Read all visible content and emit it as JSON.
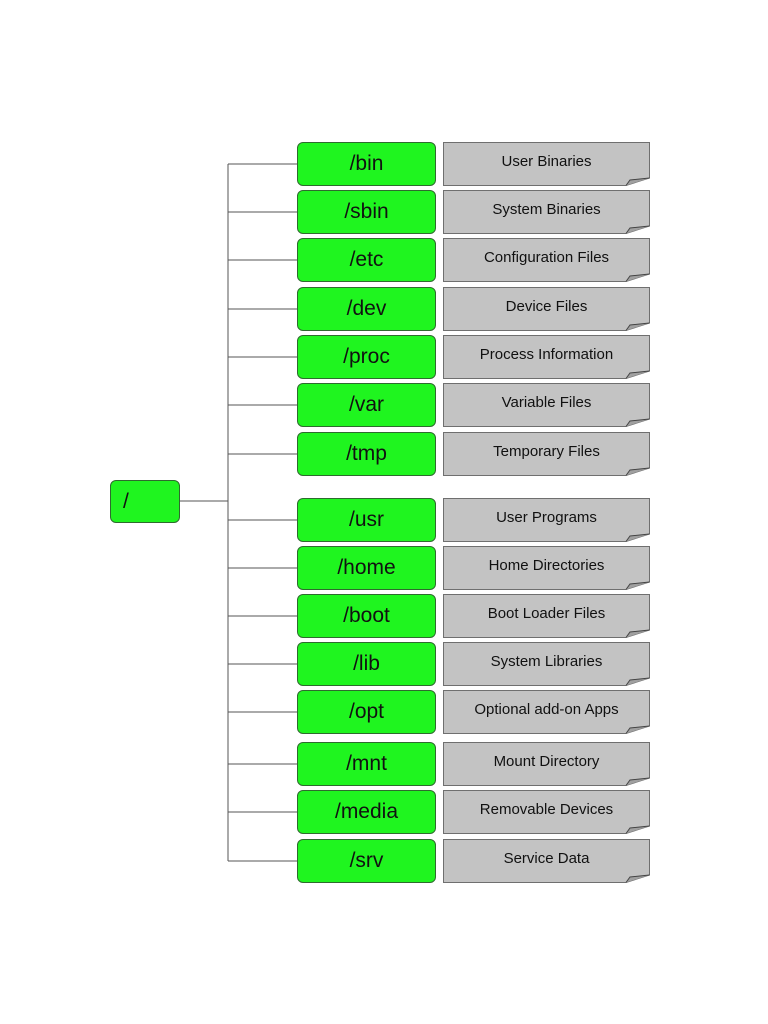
{
  "root": {
    "label": "/"
  },
  "entries": [
    {
      "dir": "/bin",
      "desc": "User Binaries"
    },
    {
      "dir": "/sbin",
      "desc": "System Binaries"
    },
    {
      "dir": "/etc",
      "desc": "Configuration Files"
    },
    {
      "dir": "/dev",
      "desc": "Device Files"
    },
    {
      "dir": "/proc",
      "desc": "Process Information"
    },
    {
      "dir": "/var",
      "desc": "Variable Files"
    },
    {
      "dir": "/tmp",
      "desc": "Temporary Files"
    },
    {
      "dir": "/usr",
      "desc": "User Programs"
    },
    {
      "dir": "/home",
      "desc": "Home Directories"
    },
    {
      "dir": "/boot",
      "desc": "Boot Loader Files"
    },
    {
      "dir": "/lib",
      "desc": "System Libraries"
    },
    {
      "dir": "/opt",
      "desc": "Optional add-on Apps"
    },
    {
      "dir": "/mnt",
      "desc": "Mount Directory"
    },
    {
      "dir": "/media",
      "desc": "Removable Devices"
    },
    {
      "dir": "/srv",
      "desc": "Service Data"
    }
  ],
  "colors": {
    "dir_fill": "#1ff51f",
    "dir_border": "#2e6b2e",
    "desc_fill": "#c3c3c3",
    "connector": "#555555"
  }
}
